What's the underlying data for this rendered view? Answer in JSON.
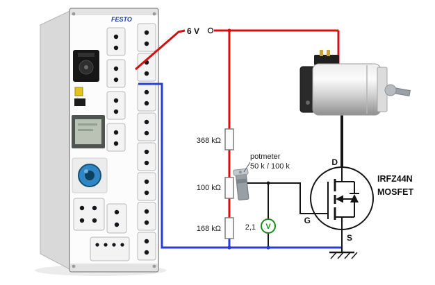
{
  "figure": {
    "supply": {
      "label": "6 V"
    },
    "resistors": {
      "r1_label": "368 kΩ",
      "r2_label": "100 kΩ",
      "r3_label": "168 kΩ"
    },
    "potmeter": {
      "title": "potmeter",
      "range": "50 k / 100 k"
    },
    "voltmeter": {
      "reading": "2,1",
      "unit_symbol": "V"
    },
    "mosfet": {
      "part_number": "IRFZ44N",
      "device_type": "MOSFET",
      "pin_drain": "D",
      "pin_gate": "G",
      "pin_source": "S"
    },
    "trainer": {
      "brand": "FESTO"
    },
    "colors": {
      "positive_wire": "#d40f0f",
      "negative_wire": "#2a3cd0",
      "signal_wire": "#141414",
      "meter_green": "#1d8a1d"
    }
  }
}
